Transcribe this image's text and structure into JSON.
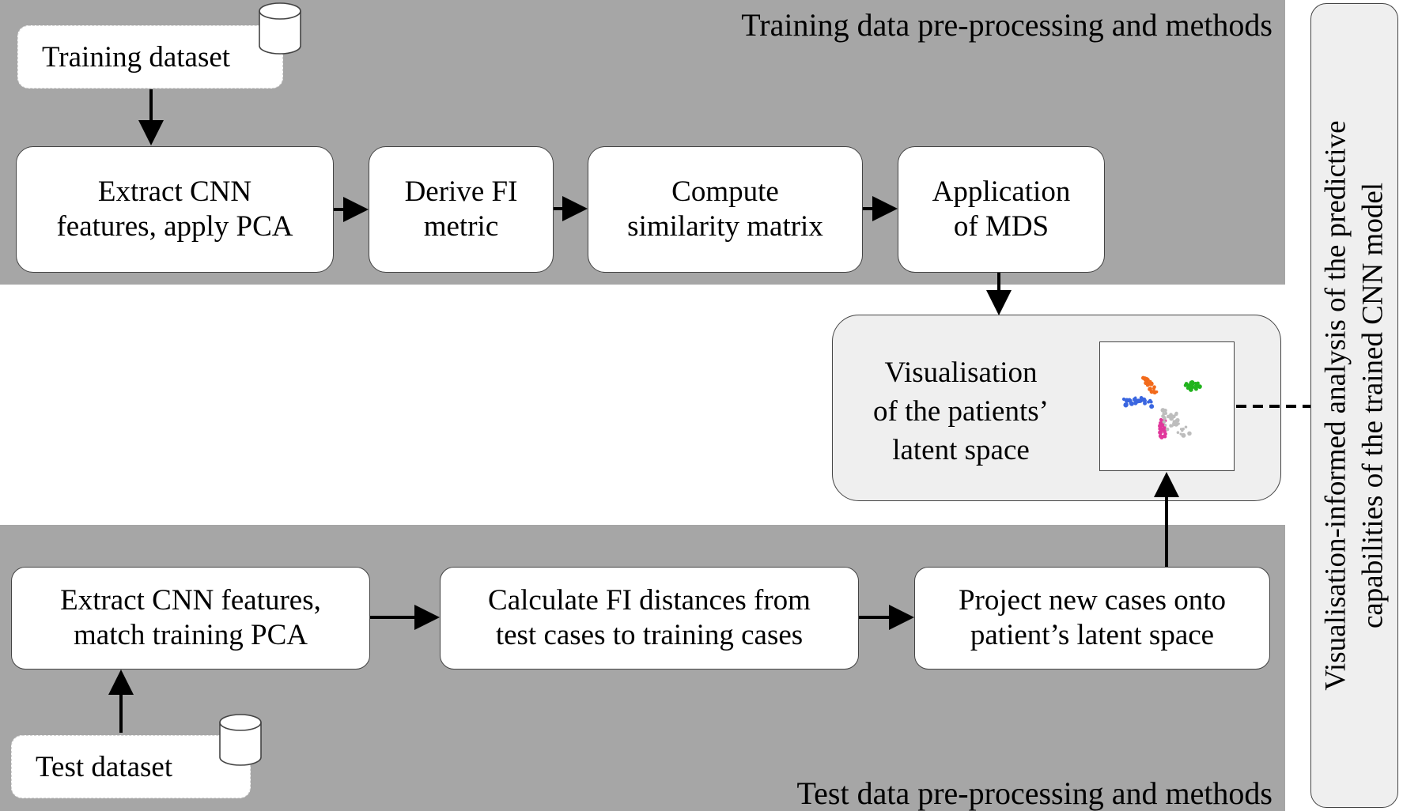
{
  "training_section": {
    "title": "Training data pre-processing and methods",
    "dataset_label": "Training dataset",
    "steps": [
      "Extract CNN\nfeatures, apply PCA",
      "Derive FI\nmetric",
      "Compute\nsimilarity matrix",
      "Application\nof MDS"
    ]
  },
  "visualisation": {
    "label": "Visualisation\nof the patients’\nlatent space",
    "cluster_colors": [
      "#3a66e0",
      "#f26a1b",
      "#22b41e",
      "#e0379b",
      "#bdbdbd"
    ]
  },
  "test_section": {
    "title": "Test data pre-processing and methods",
    "dataset_label": "Test dataset",
    "steps": [
      "Extract CNN features,\nmatch training PCA",
      "Calculate FI distances from\ntest cases to training cases",
      "Project new cases onto\npatient’s latent space"
    ]
  },
  "side_panel": {
    "text": "Visualisation-informed analysis of the predictive\ncapabilities of the trained CNN model"
  }
}
